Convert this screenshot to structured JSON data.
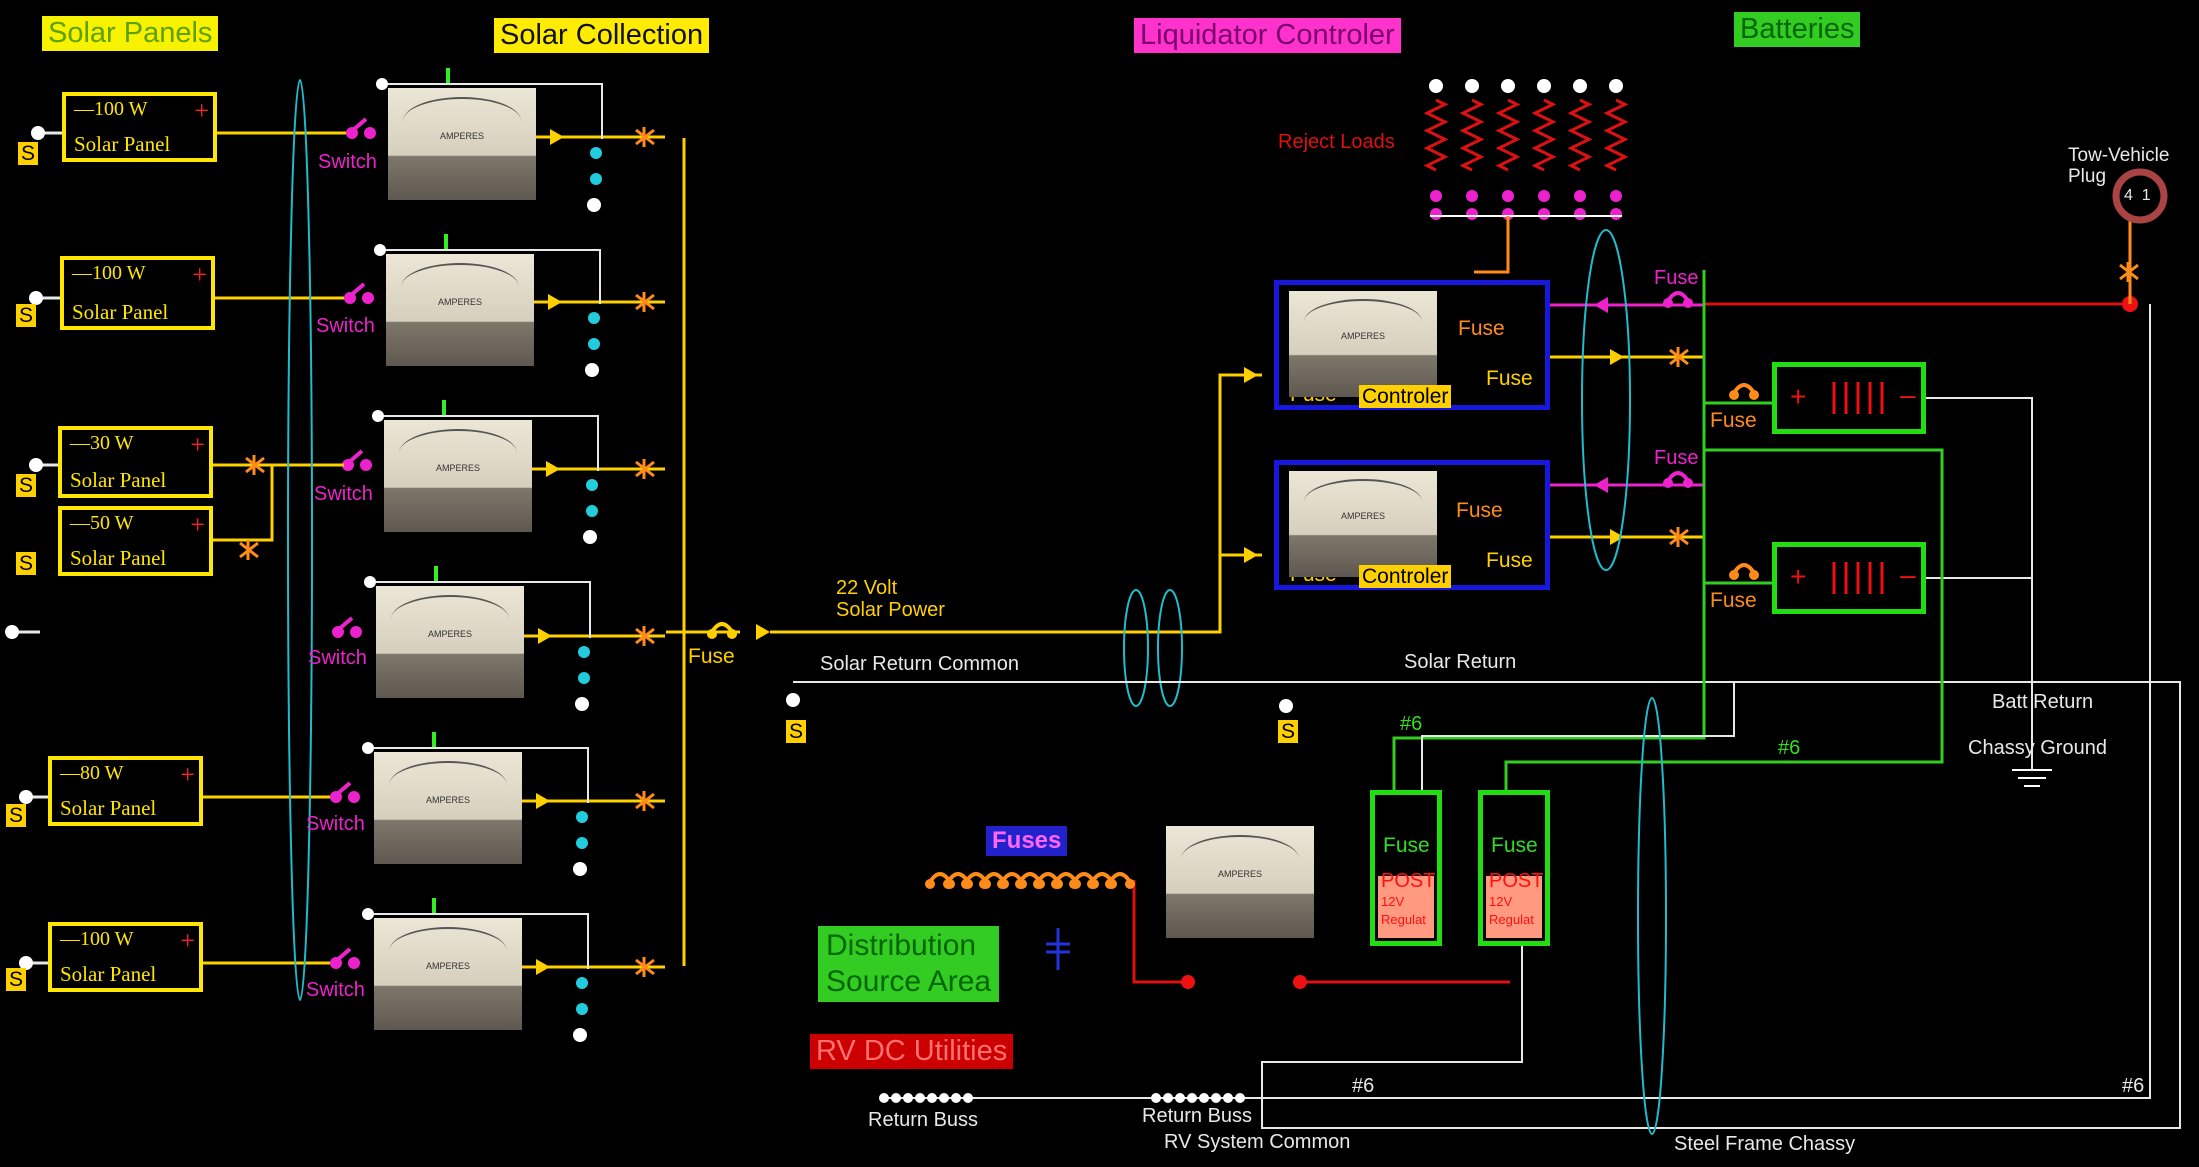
{
  "sections": {
    "solar_panels": "Solar Panels",
    "solar_collection": "Solar Collection",
    "liquidator": "Liquidator Controler",
    "batteries": "Batteries",
    "fuses": "Fuses",
    "distribution": [
      "Distribution",
      "Source Area"
    ],
    "rv_dc": "RV DC Utilities"
  },
  "panels": [
    {
      "watt": "100 W",
      "name": "Solar Panel"
    },
    {
      "watt": "100 W",
      "name": "Solar Panel"
    },
    {
      "watt": "30 W",
      "name": "Solar Panel"
    },
    {
      "watt": "50 W",
      "name": "Solar Panel"
    },
    {
      "watt": "80 W",
      "name": "Solar Panel"
    },
    {
      "watt": "100 W",
      "name": "Solar Panel"
    }
  ],
  "panel_plus": "+",
  "panel_minus": "—",
  "ground_tag": "S",
  "meter_text": "AMPERES",
  "switch_label": "Switch",
  "fuse_label": "Fuse",
  "controller_label": "Controler",
  "reject_loads": "Reject Loads",
  "tow_vehicle": [
    "Tow-Vehicle",
    "Plug"
  ],
  "plug_pins": [
    "4",
    "1"
  ],
  "solar_power": [
    "22 Volt",
    "Solar Power"
  ],
  "solar_return_common": "Solar Return Common",
  "solar_return": "Solar Return",
  "batt_return": "Batt Return",
  "chassy_ground": "Chassy Ground",
  "wire_gauge": "#6",
  "post": {
    "title": "POST",
    "volt": "12V",
    "reg": "Regulat"
  },
  "return_buss": "Return Buss",
  "rv_system_common": "RV System Common",
  "steel_frame": "Steel Frame Chassy",
  "colors": {
    "wire_yellow": "#ffd000",
    "wire_white": "#e8e8e8",
    "wire_magenta": "#ee22cc",
    "wire_red": "#dd1111",
    "wire_green": "#33cc22",
    "wire_orange": "#ff8c1a",
    "ellipse_cyan": "#22bbcc"
  }
}
